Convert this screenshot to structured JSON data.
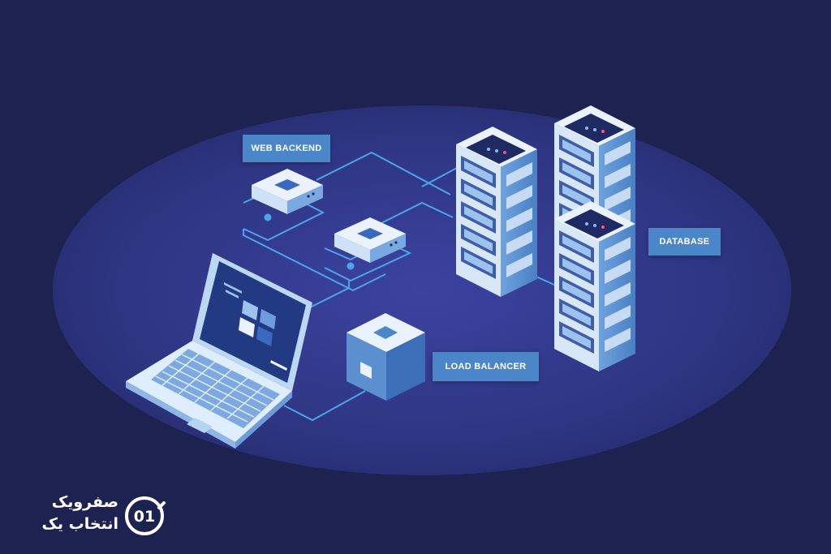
{
  "labels": {
    "web_backend": "WEB BACKEND",
    "database": "DATABASE",
    "load_balancer": "LOAD BALANCER"
  },
  "brand": {
    "line1": "صفرویک",
    "line2": "انتخاب یک",
    "mark": "01"
  },
  "colors": {
    "background": "#1e2250",
    "ellipse": "#2e3580",
    "label_fill": "#4a86c8",
    "connector": "#4fa3e8",
    "server_face": "#dbe9f7",
    "server_side": "#5b8fd0"
  },
  "icons": [
    "laptop-icon",
    "server-rack-icon",
    "web-node-icon",
    "load-balancer-cube-icon",
    "brand-logo-icon"
  ]
}
